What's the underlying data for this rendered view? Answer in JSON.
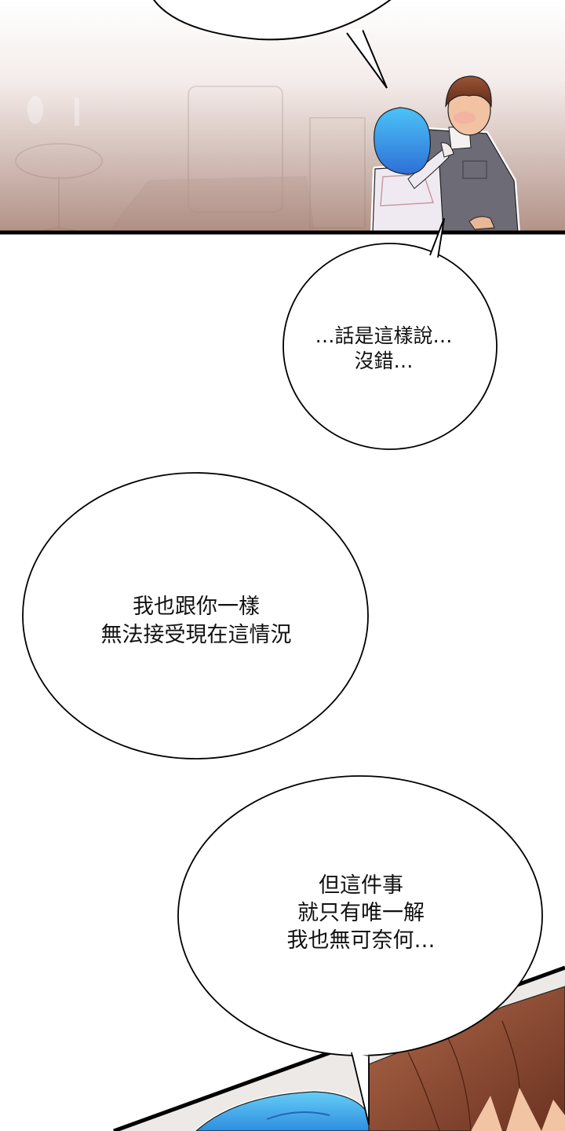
{
  "page": {
    "type": "webtoon-comic-page",
    "background": "#ffffff",
    "panel_border_color": "#000000"
  },
  "panels": [
    {
      "id": "panel-1",
      "description": "Room interior with soft pinkish haze; blue-haired girl touching chest of brown-haired man in grey jacket",
      "colors": {
        "haze_top": "#ffffff",
        "haze_bottom": "#b89c92",
        "girl_hair": "#3aa6e8",
        "man_hair": "#7a3a22",
        "jacket": "#6d6c76"
      }
    },
    {
      "id": "panel-2",
      "description": "Close-up of blue hair and brown hair at bottom of page",
      "colors": {
        "girl_hair": "#45b4ee",
        "man_hair": "#8a4a2e",
        "skin": "#f3c4a4",
        "backdrop": "#ece9e6"
      }
    }
  ],
  "bubbles": [
    {
      "id": "bubble-top-partial",
      "lines": []
    },
    {
      "id": "bubble-1",
      "lines": [
        "…話是這樣說…",
        "沒錯…"
      ]
    },
    {
      "id": "bubble-2",
      "lines": [
        "我也跟你一樣",
        "無法接受現在這情況"
      ]
    },
    {
      "id": "bubble-3",
      "lines": [
        "但這件事",
        "就只有唯一解",
        "我也無可奈何…"
      ]
    }
  ]
}
